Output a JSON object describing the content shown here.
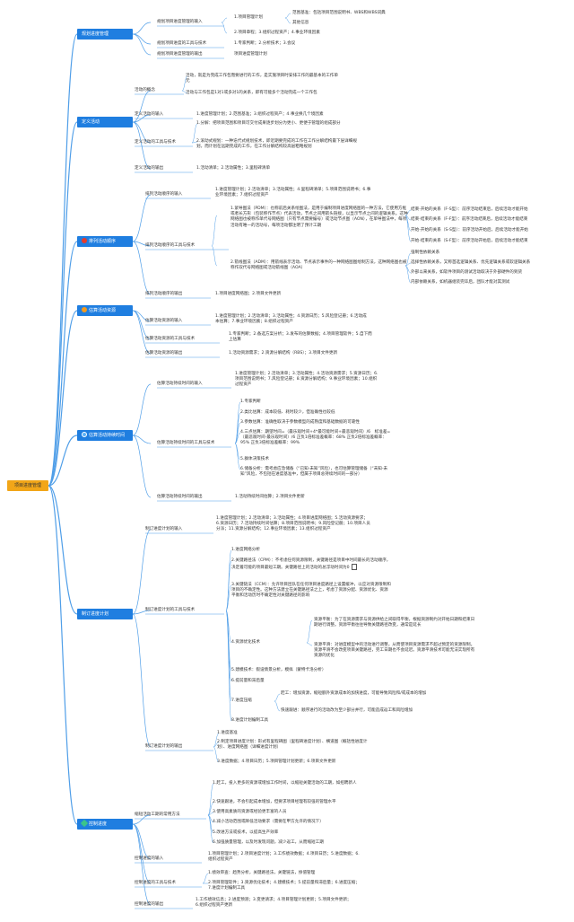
{
  "colors": {
    "root": "#f2a618",
    "category": "#1f7ee0",
    "line": "#4f9ee8",
    "text": "#333333"
  },
  "root": "项目进度管理",
  "categories": {
    "c1": "规划进度管理",
    "c2": "定义活动",
    "c3": "排列活动顺序",
    "c4": "估算活动资源",
    "c5": "估算活动持续时间",
    "c6": "制订进度计划",
    "c7": "控制进度"
  },
  "icons": {
    "c3": "red-circle-icon",
    "c4": "orange-circle-icon",
    "c5": "blue-circle-icon",
    "c7": "green-gem-icon"
  },
  "n": {
    "c1a": "规划项目进度管理的输入",
    "c1a1": "1.项目管理计划",
    "c1a1a": "范围基准：包括项目范围说明书、WBS和WBS词典",
    "c1a1b": "其他信息",
    "c1a2": "2.项目章程；3.组织过程资产；4.事业环境因素",
    "c1b": "规划项目进度的工具与技术",
    "c1b1": "1.专家判断；2.分析技术；3.会议",
    "c1c": "规划项目进度管理的输出",
    "c1c1": "项目进度管理计划",
    "c2a": "活动的概念",
    "c2a1": "活动，就是为完成工作包而要进行的工作，是实施项目时安排工作的最基本的工作单元",
    "c2a2": "活动与工作包是1对1或多对1的关系，即有可能多个活动完成一个工作包",
    "c2b": "定义活动的输入",
    "c2b1": "1.进度管理计划；2.范围基准；3.组织过程资产；4.事业换几个境因素",
    "c2c": "定义活动的工具与技术",
    "c2c1": "1.分解：把项目范围和项目可交付成果逐步划分为更小、更便于管理的组成部分",
    "c2c2": "2.滚动式规划：一种迭代式规划技术，即近期要完成的工作在工作分解结构最下层详细规划，而计划在远期完成的工作，在工作分解结构较高层粗略规划",
    "c2d": "定义活动的输出",
    "c2d1": "1.活动清单；2.活动属性；3.里程碑清单",
    "c3a": "排列活动顺序的输入",
    "c3a1": "1.进度管理计划；2.活动清单；3.活动属性；4.里程碑清单；5.项目范围说明书；6.事业环境因素；7.组织过程资产",
    "c3b": "排列活动顺序的工具与技术",
    "c3b1": "1.紧导图法（PDM）：也称前后关系绘图法，是用于编制项目进度网络图的一种方法，它使用方框或者长方形（包装称作节点）代表活动，节点之间用箭头链接，以显示节点之间的逻辑关系。这种网络图也被称作单代号网络图（只有节点需要编号）或活动节点图（AON），在单导图法中，每项活动有唯一的活动号，每项活动都注明了预计工期",
    "c3b1a": "结束-开始的关系（F-S型）：前序活动结束后，后续活动才能开始",
    "c3b1b": "结束-结束的关系（F-F型）：前序活动结束后，后续活动才能结束",
    "c3b1c": "开始-开始的关系（S-S型）：前序活动开始后，后续活动才能开始",
    "c3b1d": "开始-结束的关系（S-F型）：前序活动开始后，后续活动才能结束",
    "c3b2": "2.箭线图法（ADM）：用箭线表示活动、节点表示事件的一种网络图图绘制方法，这种网络图也被称作双代号网络图或活动箭线图（AOA）",
    "c3b2a": "强制性依赖关系",
    "c3b2b": "选择性依赖关系，又称首选逻辑关系、优先逻辑关系或软逻辑关系",
    "c3b2c": "外部以来关系，如软件项目的测试活动取决于外部硬件的到货",
    "c3b2d": "内部依赖关系，如机器组装完毕后，团队才能对其测试",
    "c3c": "排列活动顺序的输出",
    "c3c1": "1.项目进度网络图；2.项目文件更新",
    "c4a": "估算活动资源的输入",
    "c4a1": "1.进度管理计划；2.活动清单；3.活动属性；4.资源日历；5.风险登记册；6.活动成本估算；7.事业环境因素；8.组织过程资产",
    "c4b": "估算活动资源的工具与技术",
    "c4b1": "1.专家判断；2.备选方案分析；3.发布的估算数据；4.项目管理软件；5.自下而上估算",
    "c4c": "估算活动资源的输出",
    "c4c1": "1.活动资源需求；2.资源分解结构（RBS）；3.项目文件更新",
    "c5a": "估算活动持续时间的输入",
    "c5a1": "1.进度管理计划；2.活动清单；3.活动属性；4.活动资源需求；5.资源日历；6.项目范围说明书；7.风险登记册；8.资源分解结构；9.事业环境因素；10.组织过程资产",
    "c5b": "估算活动持续时间的工具与技术",
    "c5b1": "1.专家判断",
    "c5b2": "2.类比估算：成本较低、耗时较少，但准确性也较低",
    "c5b3": "3.参数估算：准确性取决于参数模型的成熟度和基础数据的可靠性",
    "c5b4": "4.三点估算：期望时间=（最乐观时间+4*最可能时间+最悲观时间）/6　标准差=（最悲观时间-最乐观时间）/6 正负1倍标准差概率：68% 正负2倍标准差概率：95% 正负3倍标准差概率：99%",
    "c5b5": "5.群体决策技术",
    "c5b6": "6.储备分析：需考虑应急储备（“已知-未知”风险），也可估算管理储备（“未知-未知”风险，不包括在进度基准中，但属于项目总持续时间的一部分）",
    "c5c": "估算活动持续时间的输出",
    "c5c1": "1.活动持续时间估算；2.项目文件更新",
    "c6a": "制订进度计划的输入",
    "c6a1": "1.进度管理计划；2.活动清单；3.活动属性；4.项目进度网络图；5.活动资源要求；6.资源日历；7.活动持续时间估算；8.项目范围说明书；9.风险登记册；10.项目人员分派；11.资源分解结构；12.事业环境因素；13.组织过程资产",
    "c6b": "制订进度计划的工具与技术",
    "c6b1": "1.进度网络分析",
    "c6b2": "2.关键路径法（CPM）：不考虑任何资源限制，关键路径是项目中时间最长的活动顺序，决定着可能的项目最短工期。关键路径上的活动的总浮动时间为0",
    "c6b3": "3.关键链法（CCM）：允许项目团队在任何项目进度路径上设置缓冲，以应对资源限制和项目的不确定性。这种方法建立在关键路径法之上，考虑了资源分配、资源优化、资源平衡和活动历时不确定性对关键路径的影响",
    "c6b4": "4.资源优化技术",
    "c6b4a": "资源平衡：为了在资源需求与资源供给之间取得平衡，根据资源制约对开始日期和结束日期进行调整。资源平衡往往导致关键路径改变，通常是延长",
    "c6b4b": "资源平滑：对进度模型中的活动进行调整，从而使项目资源需求不超过预定的资源限制。资源平滑不会改变项目关键路径，完工日期也不会延迟。资源平滑技术可能无法实现所有资源的优化",
    "c6b5": "5.建模技术：假设情景分析，模拟（蒙特卡洛分析）",
    "c6b6": "6.提前量和滞后量",
    "c6b7": "7.进度压缩",
    "c6b7a": "赶工：增加资源，缩短额外资源成本的加快进度，可能导致风险和/或成本的增加",
    "c6b7b": "快速跟进：顺序进行的活动改为至少部分并行，可能造成返工和风险增加",
    "c6b8": "8.进度计划编制工具",
    "c6c": "制订进度计划的输出",
    "c6c1": "1.进度基准",
    "c6c2": "2.制定项目进度计划：形式有里程碑图（里程碑进度计划）、横道图（概括性进度计划）、进度网络图（详细进度计划）",
    "c6c3": "3.进度数据；4.项目日历；5.项目管理计划更新；6.项目文件更新",
    "c7a": "缩短活动工期的常用方法",
    "c7a1": "1.赶工，投入更多的资源或增加工作时间，以缩短关键活动的工期，如招聘新人",
    "c7a2": "2.快速跟进，不会引起成本增加，但要求项目经理有较强的管理水平",
    "c7a3": "3.使用高素质的资源或经验更丰富的人员",
    "c7a4": "4.减小活动范围或降低活动要求（需要在甲方允许的情况下）",
    "c7a5": "5.改进方法或技术，以提高生产效率",
    "c7a6": "6.加强质量管理，以及时发现问题，减少返工，从而缩短工期",
    "c7b": "控制进度的输入",
    "c7b1": "1.项目管理计划；2.项目进度计划；3.工作绩效数据；4.项目日历；5.进度数据；6.组织过程资产",
    "c7c": "控制进度的工具与技术",
    "c7c1": "1.绩效审查：趋势分析，关键路径法，关键链法，挣值管理",
    "c7c2": "2.项目管理软件；3.资源优化技术；4.建模技术；5.提前量和滞后量；6.进度压缩；7.进度计划编制工具",
    "c7d": "控制进度的输出",
    "c7d1": "1.工作绩效信息；2.进度预测；3.变更请求；4.项目管理计划更新；5.项目文件更新；6.组织过程资产更新"
  }
}
